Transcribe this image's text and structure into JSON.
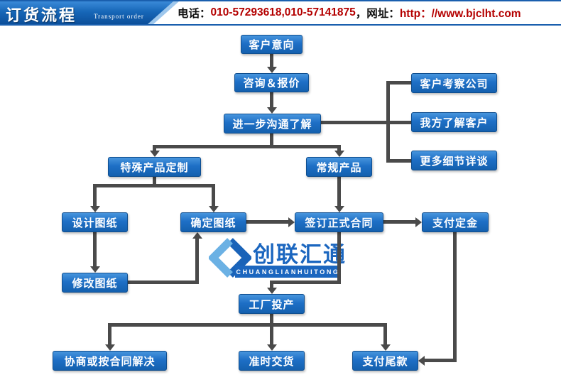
{
  "header": {
    "title": "订货流程",
    "subtitle": "Transport order",
    "contact": {
      "phone_label": "电话：",
      "phone_numbers": "010-57293618,010-57141875",
      "site_label": "，网址：",
      "site_url": "http：//www.bjclht.com"
    }
  },
  "logo": {
    "name": "创联汇通",
    "romanized": "CHUANGLIANHUITONG"
  },
  "colors": {
    "node_blue": "#1e6fc6",
    "arrow_gray": "#4a4a4a",
    "logo_blue": "#1b66bf",
    "header_blue": "#1767b8",
    "accent_red": "#b40000"
  },
  "flowchart": {
    "nodes": [
      {
        "id": "customer-intent",
        "label": "客户意向"
      },
      {
        "id": "consult-quote",
        "label": "咨询＆报价"
      },
      {
        "id": "further-communication",
        "label": "进一步沟通了解"
      },
      {
        "id": "customer-visit-company",
        "label": "客户考察公司"
      },
      {
        "id": "we-understand-customer",
        "label": "我方了解客户"
      },
      {
        "id": "more-details-discussion",
        "label": "更多细节详谈"
      },
      {
        "id": "special-product-custom",
        "label": "特殊产品定制"
      },
      {
        "id": "regular-product",
        "label": "常规产品"
      },
      {
        "id": "design-drawing",
        "label": "设计图纸"
      },
      {
        "id": "confirm-drawing",
        "label": "确定图纸"
      },
      {
        "id": "sign-formal-contract",
        "label": "签订正式合同"
      },
      {
        "id": "pay-deposit",
        "label": "支付定金"
      },
      {
        "id": "modify-drawing",
        "label": "修改图纸"
      },
      {
        "id": "factory-production",
        "label": "工厂投产"
      },
      {
        "id": "negotiate-per-contract",
        "label": "协商或按合同解决"
      },
      {
        "id": "on-time-delivery",
        "label": "准时交货"
      },
      {
        "id": "pay-balance",
        "label": "支付尾款"
      }
    ],
    "edges": [
      {
        "from": "customer-intent",
        "to": "consult-quote"
      },
      {
        "from": "consult-quote",
        "to": "further-communication"
      },
      {
        "from": "further-communication",
        "to": "customer-visit-company"
      },
      {
        "from": "further-communication",
        "to": "we-understand-customer"
      },
      {
        "from": "further-communication",
        "to": "more-details-discussion"
      },
      {
        "from": "further-communication",
        "to": "special-product-custom"
      },
      {
        "from": "further-communication",
        "to": "regular-product"
      },
      {
        "from": "special-product-custom",
        "to": "design-drawing"
      },
      {
        "from": "special-product-custom",
        "to": "confirm-drawing"
      },
      {
        "from": "design-drawing",
        "to": "modify-drawing"
      },
      {
        "from": "modify-drawing",
        "to": "confirm-drawing"
      },
      {
        "from": "confirm-drawing",
        "to": "sign-formal-contract"
      },
      {
        "from": "regular-product",
        "to": "sign-formal-contract"
      },
      {
        "from": "sign-formal-contract",
        "to": "pay-deposit"
      },
      {
        "from": "sign-formal-contract",
        "to": "factory-production"
      },
      {
        "from": "factory-production",
        "to": "negotiate-per-contract"
      },
      {
        "from": "factory-production",
        "to": "on-time-delivery"
      },
      {
        "from": "factory-production",
        "to": "pay-balance"
      },
      {
        "from": "pay-deposit",
        "to": "pay-balance"
      }
    ]
  }
}
